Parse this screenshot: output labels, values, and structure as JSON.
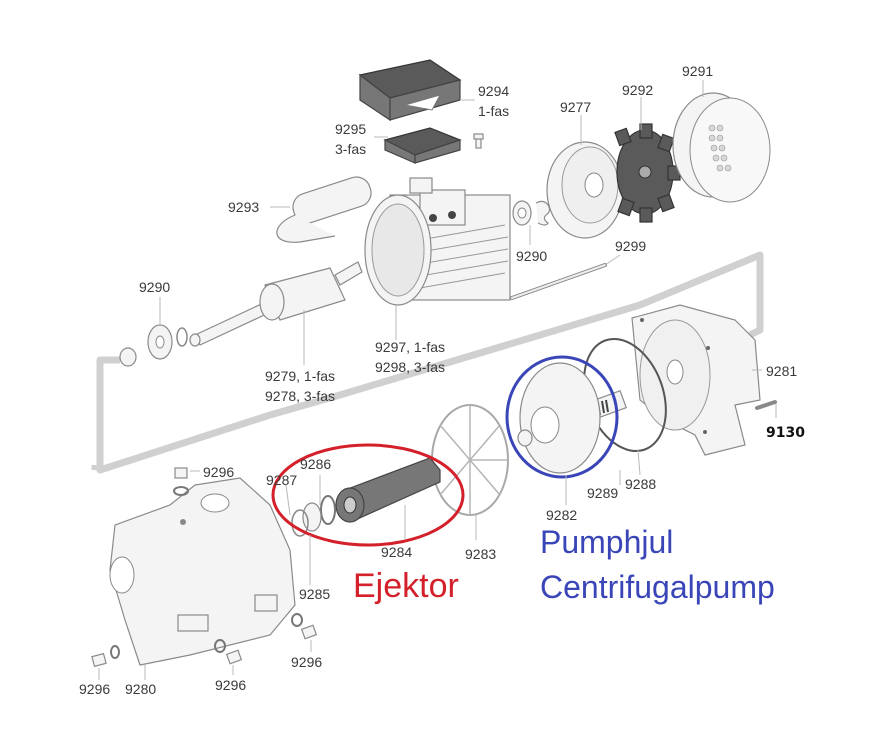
{
  "diagram": {
    "title": "Exploded view – jet pump parts",
    "labels": [
      {
        "id": "9294",
        "text": "9294",
        "sub": "1-fas"
      },
      {
        "id": "9295",
        "text": "9295",
        "sub": "3-fas"
      },
      {
        "id": "9293",
        "text": "9293"
      },
      {
        "id": "9277",
        "text": "9277"
      },
      {
        "id": "9292",
        "text": "9292"
      },
      {
        "id": "9291",
        "text": "9291"
      },
      {
        "id": "9290a",
        "text": "9290"
      },
      {
        "id": "9290b",
        "text": "9290"
      },
      {
        "id": "9299",
        "text": "9299"
      },
      {
        "id": "9279",
        "text": "9279, 1-fas",
        "sub": "9278, 3-fas"
      },
      {
        "id": "9297",
        "text": "9297, 1-fas",
        "sub": "9298, 3-fas"
      },
      {
        "id": "9281",
        "text": "9281"
      },
      {
        "id": "9130",
        "text": "9130"
      },
      {
        "id": "9282",
        "text": "9282"
      },
      {
        "id": "9289",
        "text": "9289"
      },
      {
        "id": "9288",
        "text": "9288"
      },
      {
        "id": "9283",
        "text": "9283"
      },
      {
        "id": "9284",
        "text": "9284"
      },
      {
        "id": "9285",
        "text": "9285"
      },
      {
        "id": "9286",
        "text": "9286"
      },
      {
        "id": "9287",
        "text": "9287"
      },
      {
        "id": "9280",
        "text": "9280"
      },
      {
        "id": "9296a",
        "text": "9296"
      },
      {
        "id": "9296b",
        "text": "9296"
      },
      {
        "id": "9296c",
        "text": "9296"
      },
      {
        "id": "9296d",
        "text": "9296"
      }
    ],
    "annotations": {
      "ejector": {
        "text": "Ejektor",
        "color": "#d4202a"
      },
      "impeller": {
        "line1": "Pumphjul",
        "line2": "Centrifugalpump",
        "color": "#3a46b8"
      }
    }
  }
}
